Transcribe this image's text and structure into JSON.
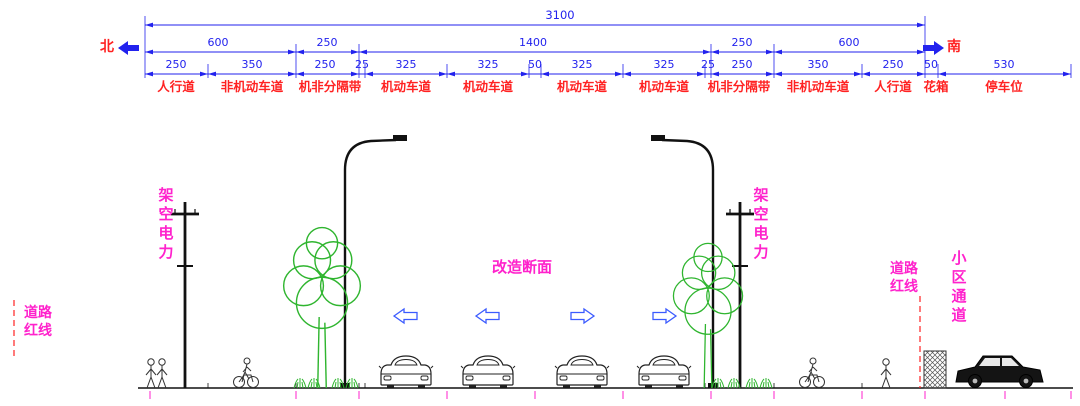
{
  "colors": {
    "dimension_blue": "#2222ee",
    "label_red": "#ff2222",
    "annotation_magenta": "#ff22cc",
    "tree_green": "#2fb52f"
  },
  "compass": {
    "north": "北",
    "south": "南"
  },
  "dimensions": {
    "total": "3100",
    "row2": [
      "600",
      "250",
      "1400",
      "250",
      "600"
    ],
    "row3": [
      "250",
      "350",
      "250",
      "25",
      "325",
      "325",
      "50",
      "325",
      "325",
      "25",
      "250",
      "350",
      "250",
      "50",
      "530"
    ]
  },
  "lane_labels": [
    "人行道",
    "非机动车道",
    "机非分隔带",
    "机动车道",
    "机动车道",
    "机动车道",
    "机动车道",
    "机非分隔带",
    "非机动车道",
    "人行道",
    "花箱",
    "停车位"
  ],
  "annotations": {
    "overhead_power": "架空电力",
    "section_name": "改造断面",
    "road_red_line": "道路红线",
    "community_passage": "小区通道"
  }
}
